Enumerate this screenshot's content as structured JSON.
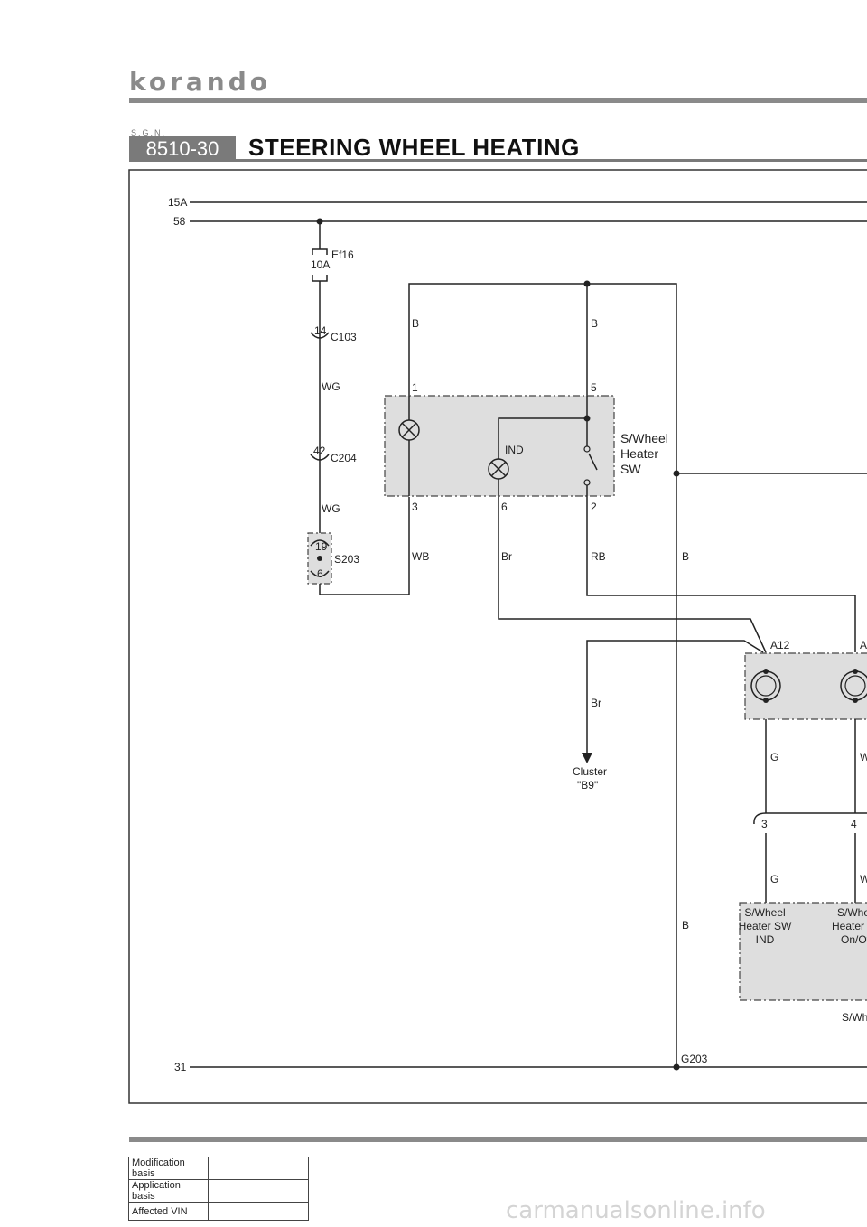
{
  "header": {
    "logo_text": "korando",
    "sgn_label": "S.G.N.",
    "section_code": "8510-30",
    "title": "STEERING WHEEL HEATING"
  },
  "diagram": {
    "rails": {
      "r15a": "15A",
      "r58": "58",
      "r31": "31"
    },
    "fuse": {
      "id": "Ef16",
      "rating": "10A"
    },
    "connectors": {
      "c103": {
        "name": "C103",
        "pin": "14"
      },
      "c204": {
        "name": "C204",
        "pin": "42"
      },
      "s203": {
        "name": "S203",
        "pin_top": "19",
        "pin_bottom": "6"
      },
      "a12": "A12",
      "a_next": "A",
      "lower_pin_left": "3",
      "lower_pin_right": "4"
    },
    "wires": {
      "wg1": "WG",
      "wg2": "WG",
      "b_left": "B",
      "b_right": "B",
      "wb": "WB",
      "br": "Br",
      "rb": "RB",
      "b_mid": "B",
      "br2": "Br",
      "g1": "G",
      "g2": "G",
      "w1": "W",
      "w2": "W",
      "b_low": "B"
    },
    "switch": {
      "pins": {
        "p1": "1",
        "p5": "5",
        "p3": "3",
        "p6": "6",
        "p2": "2"
      },
      "ind": "IND",
      "name_lines": [
        "S/Wheel",
        "Heater",
        "SW"
      ]
    },
    "cluster": {
      "line1": "Cluster",
      "line2": "\"B9\""
    },
    "module": {
      "ind_lines": [
        "S/Wheel",
        "Heater SW",
        "IND"
      ],
      "onoff_lines": [
        "S/Whe",
        "Heater S",
        "On/Of"
      ],
      "name_fragment": "S/Wh"
    },
    "ground": "G203"
  },
  "footer": {
    "rows": [
      {
        "label": "Modification basis",
        "value": ""
      },
      {
        "label": "Application basis",
        "value": ""
      },
      {
        "label": "Affected VIN",
        "value": ""
      }
    ],
    "watermark": "carmanualsonline.info"
  }
}
